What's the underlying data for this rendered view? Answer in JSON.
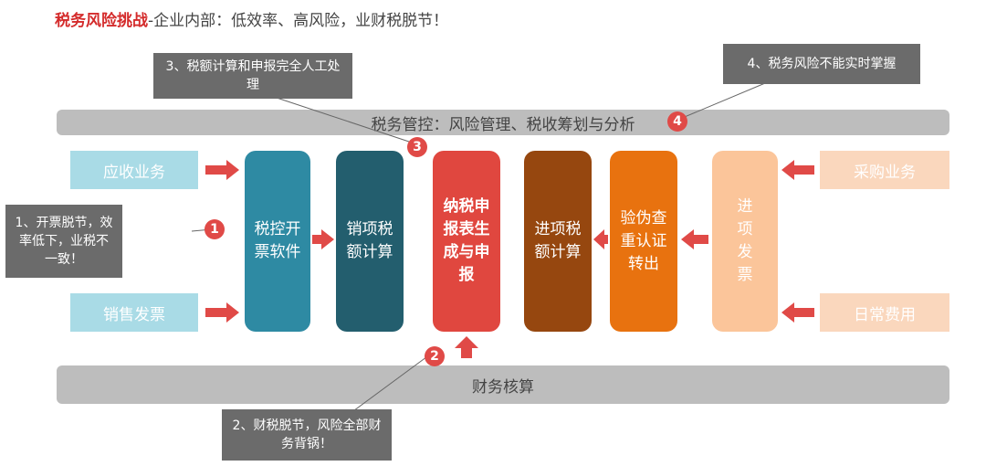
{
  "title": {
    "highlight": "税务风险挑战",
    "rest": "-企业内部：低效率、高风险，业财税脱节！"
  },
  "top_bar": "税务管控：风险管理、税收筹划与分析",
  "bottom_bar": "财务核算",
  "left_inputs": [
    "应收业务",
    "销售发票"
  ],
  "right_inputs": [
    "采购业务",
    "日常费用"
  ],
  "blocks": {
    "tax_invoice_software": "税控开票软件",
    "output_tax_calc": "销项税额计算",
    "tax_filing": "纳税申报表生成与申报",
    "input_tax_calc": "进项税额计算",
    "verify_certify": "验伪查重认证转出",
    "input_invoice": "进项发票"
  },
  "callouts": {
    "c1": "1、开票脱节，效率低下，业税不一致！",
    "c2": "2、财税脱节，风险全部财务背锅！",
    "c3": "3、税额计算和申报完全人工处理",
    "c4": "4、税务风险不能实时掌握"
  },
  "badges": [
    "1",
    "2",
    "3",
    "4"
  ],
  "colors": {
    "title_red": "#d42b2b",
    "bar_gray": "#bdbdbd",
    "input_blue": "#a9dbe6",
    "input_peach": "#fad7bd",
    "teal": "#2e8aa3",
    "dark_teal": "#235e6e",
    "red": "#e0473f",
    "brown": "#96470f",
    "orange": "#e8720f",
    "light_peach": "#fbc59a",
    "arrow_red": "#e04a47",
    "callout_gray": "#6b6b6b"
  }
}
